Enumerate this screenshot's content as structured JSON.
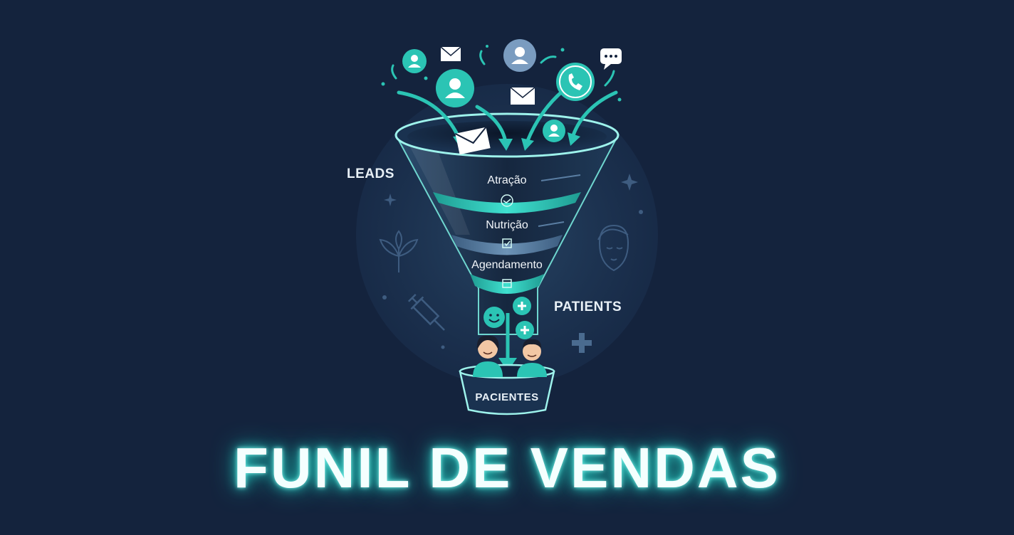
{
  "title": "FUNIL DE VENDAS",
  "labels": {
    "leads": "LEADS",
    "patients": "PATIENTS",
    "pacientes": "PACIENTES"
  },
  "stages": [
    {
      "label": "Atração",
      "icon": "handshake-icon"
    },
    {
      "label": "Nutrição",
      "icon": "checkbox-icon"
    },
    {
      "label": "Agendamento",
      "icon": "calendar-icon"
    }
  ],
  "colors": {
    "background": "#14233d",
    "accent": "#2bc4b4",
    "accent_light": "#7ff3ea",
    "funnel_body": "#1c3652",
    "text": "#e9f1f7"
  },
  "top_icons": [
    "user-icon",
    "envelope-icon",
    "phone-icon",
    "chat-bubble-icon"
  ],
  "side_icons": [
    "leaf-icon",
    "syringe-icon",
    "face-icon",
    "plus-icon",
    "sparkle-icon"
  ]
}
